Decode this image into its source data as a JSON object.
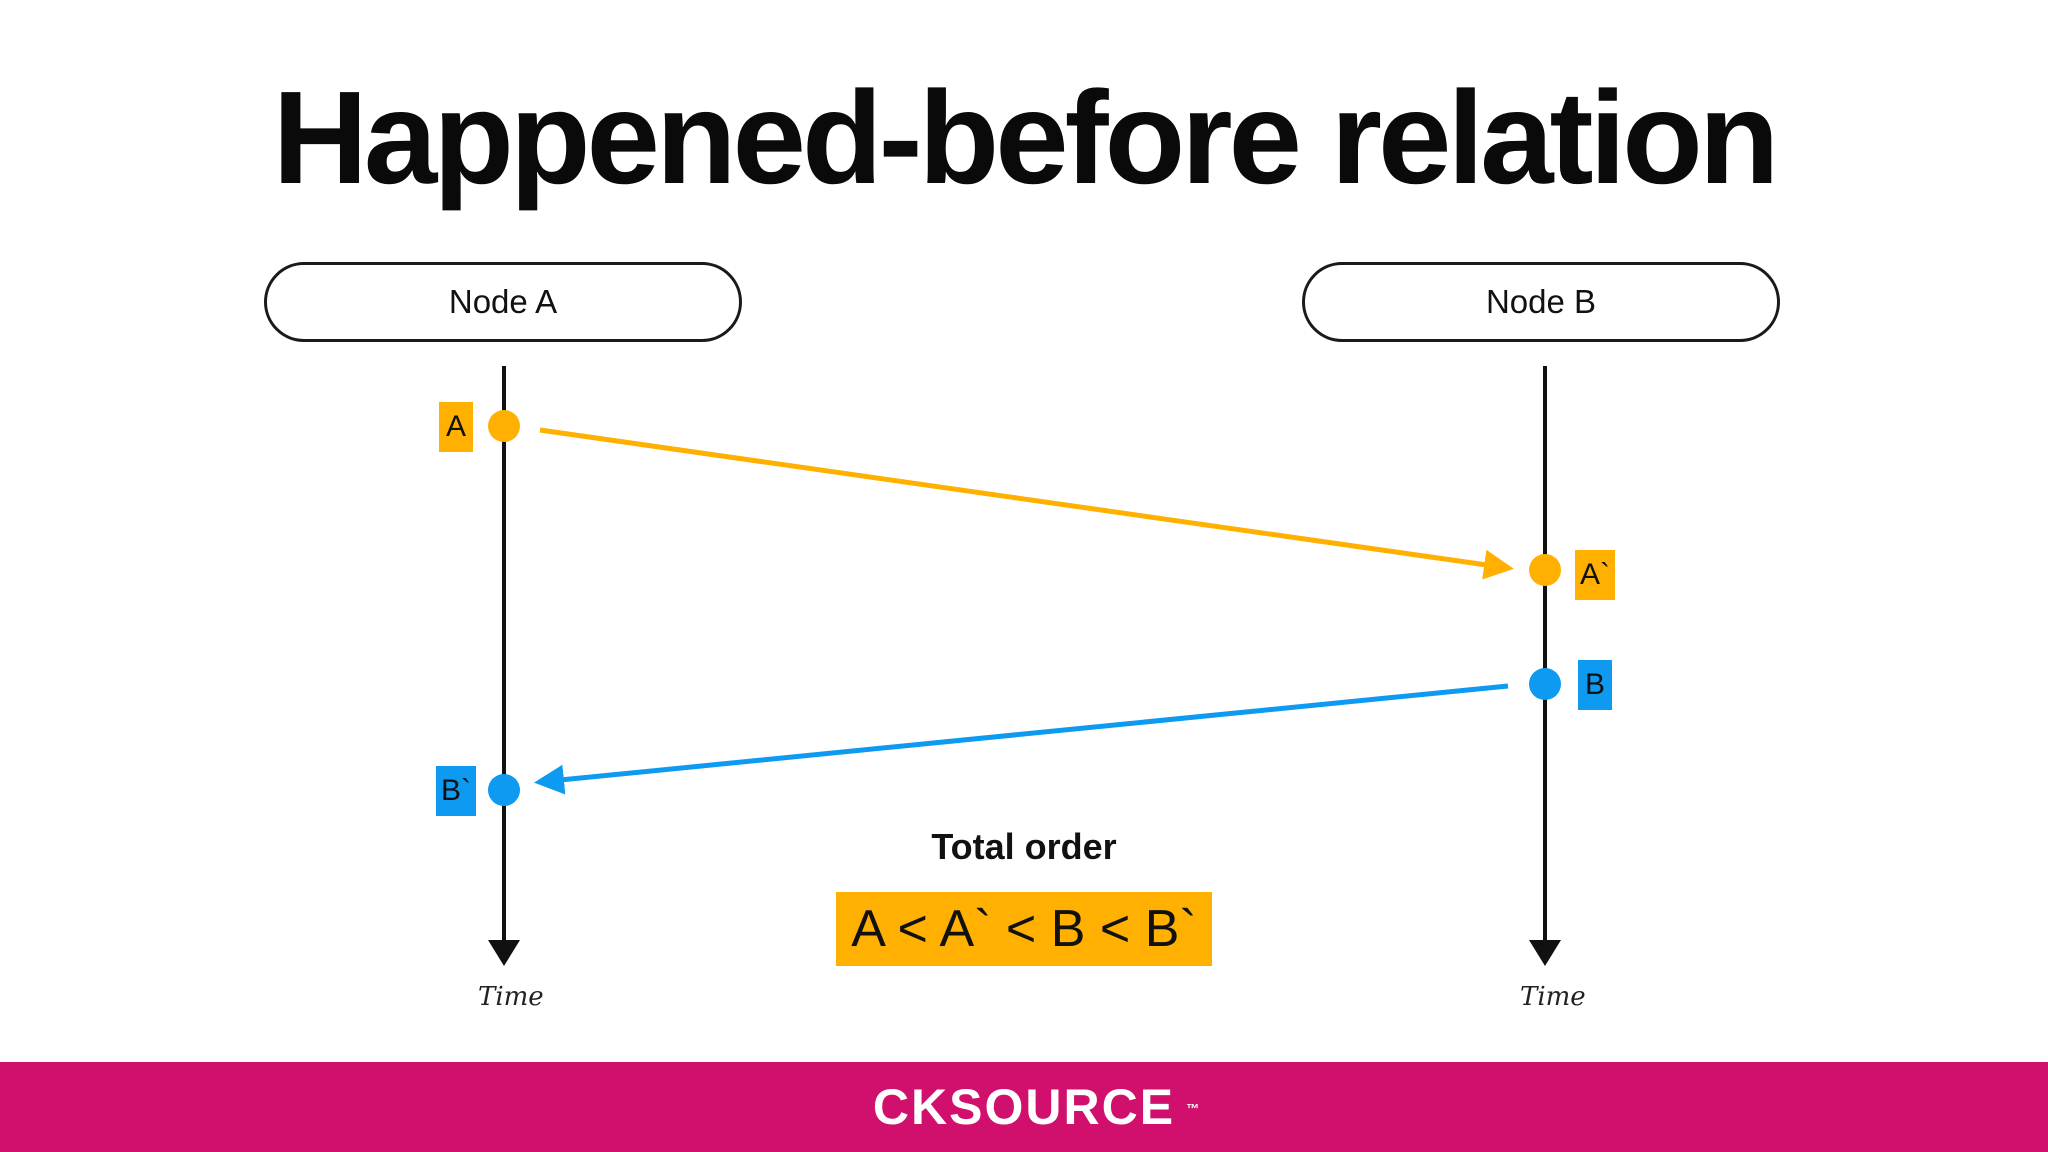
{
  "title": "Happened-before relation",
  "nodes": {
    "a": {
      "label": "Node A"
    },
    "b": {
      "label": "Node B"
    }
  },
  "events": {
    "a": "A",
    "a_prime": "A`",
    "b": "B",
    "b_prime": "B`"
  },
  "time_label": "Time",
  "total_order": {
    "title": "Total order",
    "expression": "A < A` < B < B`"
  },
  "footer": {
    "brand": "CKSOURCE",
    "trademark": "™"
  },
  "colors": {
    "orange": "#ffb000",
    "blue": "#0d9af0",
    "footer": "#d10f6c"
  }
}
